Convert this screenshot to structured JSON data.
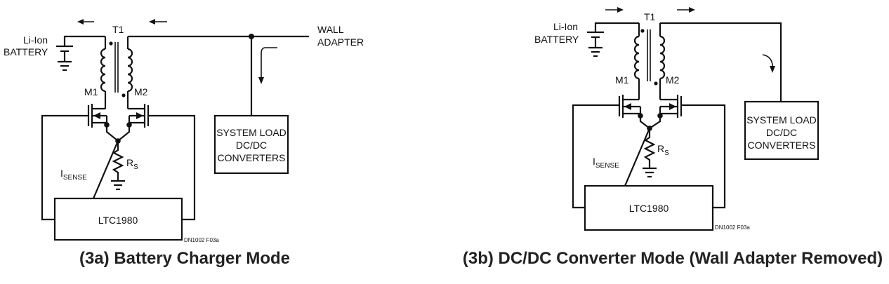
{
  "diagrams": [
    {
      "battery_label_line1": "Li-Ion",
      "battery_label_line2": "BATTERY",
      "transformer_label": "T1",
      "mosfet_left_label": "M1",
      "mosfet_right_label": "M2",
      "adapter_label_line1": "WALL",
      "adapter_label_line2": "ADAPTER",
      "load_line1": "SYSTEM LOAD",
      "load_line2": "DC/DC",
      "load_line3": "CONVERTERS",
      "sense_resistor_main": "R",
      "sense_resistor_sub": "S",
      "sense_label_main": "I",
      "sense_label_sub": "SENSE",
      "controller_label": "LTC1980",
      "figure_code": "DN1002 F03a",
      "caption": "(3a) Battery Charger Mode"
    },
    {
      "battery_label_line1": "Li-Ion",
      "battery_label_line2": "BATTERY",
      "transformer_label": "T1",
      "mosfet_left_label": "M1",
      "mosfet_right_label": "M2",
      "load_line1": "SYSTEM LOAD",
      "load_line2": "DC/DC",
      "load_line3": "CONVERTERS",
      "sense_resistor_main": "R",
      "sense_resistor_sub": "S",
      "sense_label_main": "I",
      "sense_label_sub": "SENSE",
      "controller_label": "LTC1980",
      "figure_code": "DN1002 F03a",
      "caption": "(3b) DC/DC Converter Mode (Wall Adapter Removed)"
    }
  ]
}
